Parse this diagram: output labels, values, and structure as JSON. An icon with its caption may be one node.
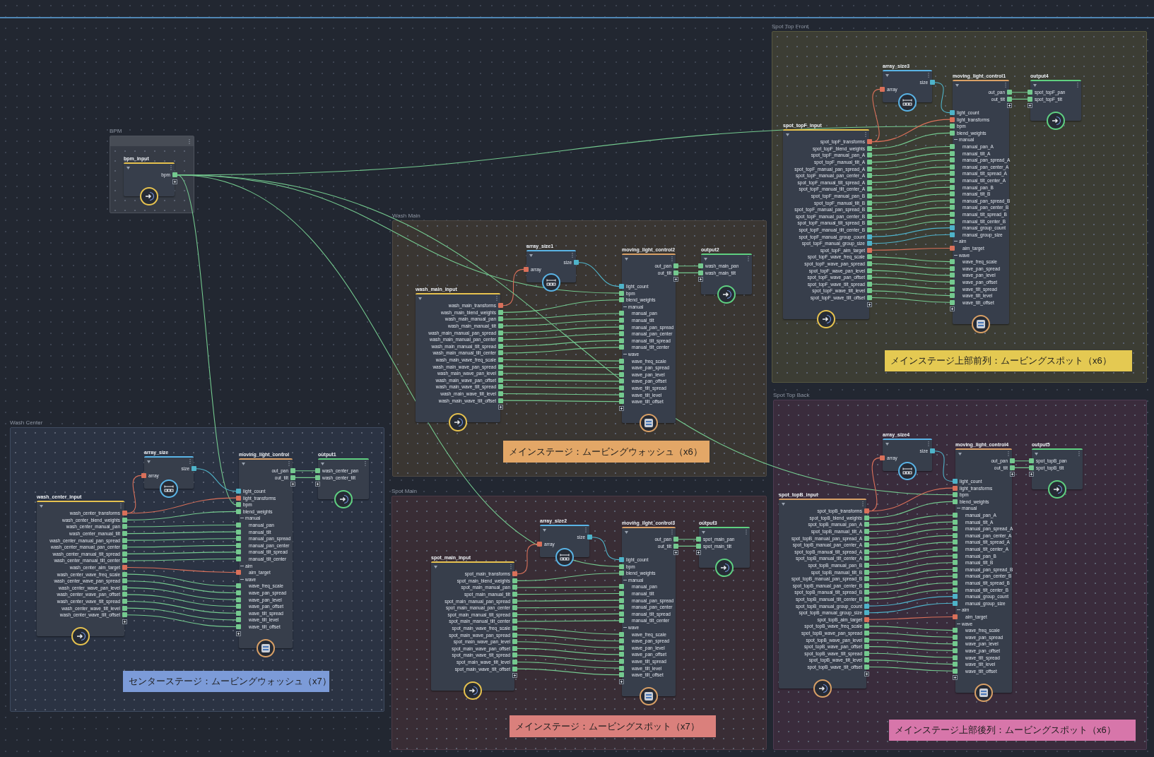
{
  "diagram": {
    "nodes": [
      {
        "text": [
          "BPM"
        ]
      },
      {
        "text": [
          "bpm_input"
        ],
        "in": 0
      },
      {
        "text": [
          "bpm"
        ],
        "in": 1
      },
      {
        "text": [
          "Spot Top Front"
        ]
      },
      {
        "text": [
          "array_size3"
        ],
        "in": 3
      },
      {
        "text": [
          "size"
        ],
        "in": 4
      },
      {
        "text": [
          "array"
        ],
        "in": 4
      },
      {
        "text": [
          "moving_light_control1",
          "manual",
          "aim",
          "wave"
        ],
        "in": 3
      },
      {
        "text": [
          "out_pan"
        ],
        "in": 7
      },
      {
        "text": [
          "out_tilt"
        ],
        "in": 7
      },
      {
        "text": [
          "light_count"
        ],
        "in": 7
      },
      {
        "text": [
          "light_transforms"
        ],
        "in": 7
      },
      {
        "text": [
          "bpm"
        ],
        "in": 7
      },
      {
        "text": [
          "blend_weights"
        ],
        "in": 7
      },
      {
        "text": [
          "manual_pan_A"
        ],
        "in": 7
      },
      {
        "text": [
          "manual_tilt_A"
        ],
        "in": 7
      },
      {
        "text": [
          "manual_pan_spread_A"
        ],
        "in": 7
      },
      {
        "text": [
          "manual_pan_center_A"
        ],
        "in": 7
      },
      {
        "text": [
          "manual_tilt_spread_A"
        ],
        "in": 7
      },
      {
        "text": [
          "manual_tilt_center_A"
        ],
        "in": 7
      },
      {
        "text": [
          "manual_pan_B"
        ],
        "in": 7
      },
      {
        "text": [
          "manual_tilt_B"
        ],
        "in": 7
      },
      {
        "text": [
          "manual_pan_spread_B"
        ],
        "in": 7
      },
      {
        "text": [
          "manual_pan_center_B"
        ],
        "in": 7
      },
      {
        "text": [
          "manual_tilt_spread_B"
        ],
        "in": 7
      },
      {
        "text": [
          "manual_tilt_center_B"
        ],
        "in": 7
      },
      {
        "text": [
          "manual_group_count"
        ],
        "in": 7
      },
      {
        "text": [
          "manual_group_size"
        ],
        "in": 7
      },
      {
        "text": [
          "aim_target"
        ],
        "in": 7
      },
      {
        "text": [
          "wave_freq_scale"
        ],
        "in": 7
      },
      {
        "text": [
          "wave_pan_spread"
        ],
        "in": 7
      },
      {
        "text": [
          "wave_pan_level"
        ],
        "in": 7
      },
      {
        "text": [
          "wave_pan_offset"
        ],
        "in": 7
      },
      {
        "text": [
          "wave_tilt_spread"
        ],
        "in": 7
      },
      {
        "text": [
          "wave_tilt_level"
        ],
        "in": 7
      },
      {
        "text": [
          "wave_tilt_offset"
        ],
        "in": 7
      },
      {
        "text": [
          "output4"
        ],
        "in": 3
      },
      {
        "text": [
          "spot_topF_pan"
        ],
        "in": 36
      },
      {
        "text": [
          "spot_topF_tilt"
        ],
        "in": 36
      },
      {
        "text": [
          "spot_topF_input"
        ],
        "in": 3
      },
      {
        "text": [
          "spot_topF_transforms"
        ],
        "in": 39
      },
      {
        "text": [
          "spot_topF_blend_weights"
        ],
        "in": 39
      },
      {
        "text": [
          "spot_topF_manual_pan_A"
        ],
        "in": 39
      },
      {
        "text": [
          "spot_topF_manual_tilt_A"
        ],
        "in": 39
      },
      {
        "text": [
          "spot_topF_manual_pan_spread_A"
        ],
        "in": 39
      },
      {
        "text": [
          "spot_topF_manual_pan_center_A"
        ],
        "in": 39
      },
      {
        "text": [
          "spot_topF_manual_tilt_spread_A"
        ],
        "in": 39
      },
      {
        "text": [
          "spot_topF_manual_tilt_center_A"
        ],
        "in": 39
      },
      {
        "text": [
          "spot_topF_manual_pan_B"
        ],
        "in": 39
      },
      {
        "text": [
          "spot_topF_manual_tilt_B"
        ],
        "in": 39
      },
      {
        "text": [
          "spot_topF_manual_pan_spread_B"
        ],
        "in": 39
      },
      {
        "text": [
          "spot_topF_manual_pan_center_B"
        ],
        "in": 39
      },
      {
        "text": [
          "spot_topF_manual_tilt_spread_B"
        ],
        "in": 39
      },
      {
        "text": [
          "spot_topF_manual_tilt_center_B"
        ],
        "in": 39
      },
      {
        "text": [
          "spot_topF_manual_group_count"
        ],
        "in": 39
      },
      {
        "text": [
          "spot_topF_manual_group_size"
        ],
        "in": 39
      },
      {
        "text": [
          "spot_topF_aim_target"
        ],
        "in": 39
      },
      {
        "text": [
          "spot_topF_wave_freq_scale"
        ],
        "in": 39
      },
      {
        "text": [
          "spot_topF_wave_pan_spread"
        ],
        "in": 39
      },
      {
        "text": [
          "spot_topF_wave_pan_level"
        ],
        "in": 39
      },
      {
        "text": [
          "spot_topF_wave_pan_offset"
        ],
        "in": 39
      },
      {
        "text": [
          "spot_topF_wave_tilt_spread"
        ],
        "in": 39
      },
      {
        "text": [
          "spot_topF_wave_tilt_level"
        ],
        "in": 39
      },
      {
        "text": [
          "spot_topF_wave_tilt_offset"
        ],
        "in": 39
      },
      {
        "text": [
          "メインステージ上部前列：ムービングスポット（x6）"
        ],
        "in": 3
      },
      {
        "text": [
          "Wash Main"
        ]
      },
      {
        "text": [
          "array_size1"
        ],
        "in": 65
      },
      {
        "text": [
          "size"
        ],
        "in": 66
      },
      {
        "text": [
          "array"
        ],
        "in": 66
      },
      {
        "text": [
          "moving_light_control2",
          "manual",
          "wave"
        ],
        "in": 65
      },
      {
        "text": [
          "out_pan"
        ],
        "in": 69
      },
      {
        "text": [
          "out_tilt"
        ],
        "in": 69
      },
      {
        "text": [
          "light_count"
        ],
        "in": 69
      },
      {
        "text": [
          "bpm"
        ],
        "in": 69
      },
      {
        "text": [
          "blend_weights"
        ],
        "in": 69
      },
      {
        "text": [
          "manual_pan"
        ],
        "in": 69
      },
      {
        "text": [
          "manual_tilt"
        ],
        "in": 69
      },
      {
        "text": [
          "manual_pan_spread"
        ],
        "in": 69
      },
      {
        "text": [
          "manual_pan_center"
        ],
        "in": 69
      },
      {
        "text": [
          "manual_tilt_spread"
        ],
        "in": 69
      },
      {
        "text": [
          "manual_tilt_center"
        ],
        "in": 69
      },
      {
        "text": [
          "wave_freq_scale"
        ],
        "in": 69
      },
      {
        "text": [
          "wave_pan_spread"
        ],
        "in": 69
      },
      {
        "text": [
          "wave_pan_level"
        ],
        "in": 69
      },
      {
        "text": [
          "wave_pan_offset"
        ],
        "in": 69
      },
      {
        "text": [
          "wave_tilt_spread"
        ],
        "in": 69
      },
      {
        "text": [
          "wave_tilt_level"
        ],
        "in": 69
      },
      {
        "text": [
          "wave_tilt_offset"
        ],
        "in": 69
      },
      {
        "text": [
          "output2"
        ],
        "in": 65
      },
      {
        "text": [
          "wash_main_pan"
        ],
        "in": 88
      },
      {
        "text": [
          "wash_main_tilt"
        ],
        "in": 88
      },
      {
        "text": [
          "wash_main_input"
        ],
        "in": 65
      },
      {
        "text": [
          "wash_main_transforms"
        ],
        "in": 91
      },
      {
        "text": [
          "wash_main_blend_weights"
        ],
        "in": 91
      },
      {
        "text": [
          "wash_main_manual_pan"
        ],
        "in": 91
      },
      {
        "text": [
          "wash_main_manual_tilt"
        ],
        "in": 91
      },
      {
        "text": [
          "wash_main_manual_pan_spread"
        ],
        "in": 91
      },
      {
        "text": [
          "wash_main_manual_pan_center"
        ],
        "in": 91
      },
      {
        "text": [
          "wash_main_manual_tilt_spread"
        ],
        "in": 91
      },
      {
        "text": [
          "wash_main_manual_tilt_center"
        ],
        "in": 91
      },
      {
        "text": [
          "wash_main_wave_freq_scale"
        ],
        "in": 91
      },
      {
        "text": [
          "wash_main_wave_pan_spread"
        ],
        "in": 91
      },
      {
        "text": [
          "wash_main_wave_pan_level"
        ],
        "in": 91
      },
      {
        "text": [
          "wash_main_wave_pan_offset"
        ],
        "in": 91
      },
      {
        "text": [
          "wash_main_wave_tilt_spread"
        ],
        "in": 91
      },
      {
        "text": [
          "wash_main_wave_tilt_level"
        ],
        "in": 91
      },
      {
        "text": [
          "wash_main_wave_tilt_offset"
        ],
        "in": 91
      },
      {
        "text": [
          "メインステージ：ムービングウォッシュ（x6）"
        ],
        "in": 65
      },
      {
        "text": [
          "Wash Center"
        ]
      },
      {
        "text": [
          "array_size"
        ],
        "in": 108
      },
      {
        "text": [
          "size"
        ],
        "in": 109
      },
      {
        "text": [
          "array"
        ],
        "in": 109
      },
      {
        "text": [
          "moving_light_control",
          "manual",
          "aim",
          "wave"
        ],
        "in": 108
      },
      {
        "text": [
          "out_pan"
        ],
        "in": 112
      },
      {
        "text": [
          "out_tilt"
        ],
        "in": 112
      },
      {
        "text": [
          "light_count"
        ],
        "in": 112
      },
      {
        "text": [
          "light_transforms"
        ],
        "in": 112
      },
      {
        "text": [
          "bpm"
        ],
        "in": 112
      },
      {
        "text": [
          "blend_weights"
        ],
        "in": 112
      },
      {
        "text": [
          "manual_pan"
        ],
        "in": 112
      },
      {
        "text": [
          "manual_tilt"
        ],
        "in": 112
      },
      {
        "text": [
          "manual_pan_spread"
        ],
        "in": 112
      },
      {
        "text": [
          "manual_pan_center"
        ],
        "in": 112
      },
      {
        "text": [
          "manual_tilt_spread"
        ],
        "in": 112
      },
      {
        "text": [
          "manual_tilt_center"
        ],
        "in": 112
      },
      {
        "text": [
          "aim_target"
        ],
        "in": 112
      },
      {
        "text": [
          "wave_freq_scale"
        ],
        "in": 112
      },
      {
        "text": [
          "wave_pan_spread"
        ],
        "in": 112
      },
      {
        "text": [
          "wave_pan_level"
        ],
        "in": 112
      },
      {
        "text": [
          "wave_pan_offset"
        ],
        "in": 112
      },
      {
        "text": [
          "wave_tilt_spread"
        ],
        "in": 112
      },
      {
        "text": [
          "wave_tilt_level"
        ],
        "in": 112
      },
      {
        "text": [
          "wave_tilt_offset"
        ],
        "in": 112
      },
      {
        "text": [
          "output1"
        ],
        "in": 108
      },
      {
        "text": [
          "wash_center_pan"
        ],
        "in": 133
      },
      {
        "text": [
          "wash_center_tilt"
        ],
        "in": 133
      },
      {
        "text": [
          "wash_center_input"
        ],
        "in": 108
      },
      {
        "text": [
          "wash_center_transforms"
        ],
        "in": 136
      },
      {
        "text": [
          "wash_center_blend_weights"
        ],
        "in": 136
      },
      {
        "text": [
          "wash_center_manual_pan"
        ],
        "in": 136
      },
      {
        "text": [
          "wash_center_manual_tilt"
        ],
        "in": 136
      },
      {
        "text": [
          "wash_center_manual_pan_spread"
        ],
        "in": 136
      },
      {
        "text": [
          "wash_center_manual_pan_center"
        ],
        "in": 136
      },
      {
        "text": [
          "wash_center_manual_tilt_spread"
        ],
        "in": 136
      },
      {
        "text": [
          "wash_center_manual_tilt_center"
        ],
        "in": 136
      },
      {
        "text": [
          "wash_center_aim_target"
        ],
        "in": 136
      },
      {
        "text": [
          "wash_center_wave_freq_scale"
        ],
        "in": 136
      },
      {
        "text": [
          "wash_center_wave_pan_spread"
        ],
        "in": 136
      },
      {
        "text": [
          "wash_center_wave_pan_level"
        ],
        "in": 136
      },
      {
        "text": [
          "wash_center_wave_pan_offset"
        ],
        "in": 136
      },
      {
        "text": [
          "wash_center_wave_tilt_spread"
        ],
        "in": 136
      },
      {
        "text": [
          "wash_center_wave_tilt_level"
        ],
        "in": 136
      },
      {
        "text": [
          "wash_center_wave_tilt_offset"
        ],
        "in": 136
      },
      {
        "text": [
          "センターステージ：ムービングウォッシュ（x7）"
        ],
        "in": 108
      },
      {
        "text": [
          "Spot Main"
        ]
      },
      {
        "text": [
          "array_size2"
        ],
        "in": 154
      },
      {
        "text": [
          "size"
        ],
        "in": 155
      },
      {
        "text": [
          "array"
        ],
        "in": 155
      },
      {
        "text": [
          "moving_light_control3",
          "manual",
          "wave"
        ],
        "in": 154
      },
      {
        "text": [
          "out_pan"
        ],
        "in": 158
      },
      {
        "text": [
          "out_tilt"
        ],
        "in": 158
      },
      {
        "text": [
          "light_count"
        ],
        "in": 158
      },
      {
        "text": [
          "bpm"
        ],
        "in": 158
      },
      {
        "text": [
          "blend_weights"
        ],
        "in": 158
      },
      {
        "text": [
          "manual_pan"
        ],
        "in": 158
      },
      {
        "text": [
          "manual_tilt"
        ],
        "in": 158
      },
      {
        "text": [
          "manual_pan_spread"
        ],
        "in": 158
      },
      {
        "text": [
          "manual_pan_center"
        ],
        "in": 158
      },
      {
        "text": [
          "manual_tilt_spread"
        ],
        "in": 158
      },
      {
        "text": [
          "manual_tilt_center"
        ],
        "in": 158
      },
      {
        "text": [
          "wave_freq_scale"
        ],
        "in": 158
      },
      {
        "text": [
          "wave_pan_spread"
        ],
        "in": 158
      },
      {
        "text": [
          "wave_pan_level"
        ],
        "in": 158
      },
      {
        "text": [
          "wave_pan_offset"
        ],
        "in": 158
      },
      {
        "text": [
          "wave_tilt_spread"
        ],
        "in": 158
      },
      {
        "text": [
          "wave_tilt_level"
        ],
        "in": 158
      },
      {
        "text": [
          "wave_tilt_offset"
        ],
        "in": 158
      },
      {
        "text": [
          "output3"
        ],
        "in": 154
      },
      {
        "text": [
          "spot_main_pan"
        ],
        "in": 177
      },
      {
        "text": [
          "spot_main_tilt"
        ],
        "in": 177
      },
      {
        "text": [
          "spot_main_input"
        ],
        "in": 154
      },
      {
        "text": [
          "spot_main_transforms"
        ],
        "in": 180
      },
      {
        "text": [
          "spot_main_blend_weights"
        ],
        "in": 180
      },
      {
        "text": [
          "spot_main_manual_pan"
        ],
        "in": 180
      },
      {
        "text": [
          "spot_main_manual_tilt"
        ],
        "in": 180
      },
      {
        "text": [
          "spot_main_manual_pan_spread"
        ],
        "in": 180
      },
      {
        "text": [
          "spot_main_manual_pan_center"
        ],
        "in": 180
      },
      {
        "text": [
          "spot_main_manual_tilt_spread"
        ],
        "in": 180
      },
      {
        "text": [
          "spot_main_manual_tilt_center"
        ],
        "in": 180
      },
      {
        "text": [
          "spot_main_wave_freq_scale"
        ],
        "in": 180
      },
      {
        "text": [
          "spot_main_wave_pan_spread"
        ],
        "in": 180
      },
      {
        "text": [
          "spot_main_wave_pan_level"
        ],
        "in": 180
      },
      {
        "text": [
          "spot_main_wave_pan_offset"
        ],
        "in": 180
      },
      {
        "text": [
          "spot_main_wave_tilt_spread"
        ],
        "in": 180
      },
      {
        "text": [
          "spot_main_wave_tilt_level"
        ],
        "in": 180
      },
      {
        "text": [
          "spot_main_wave_tilt_offset"
        ],
        "in": 180
      },
      {
        "text": [
          "メインステージ：ムービングスポット（x7）"
        ],
        "in": 154
      },
      {
        "text": [
          "Spot Top Back"
        ]
      },
      {
        "text": [
          "array_size4"
        ],
        "in": 197
      },
      {
        "text": [
          "size"
        ],
        "in": 198
      },
      {
        "text": [
          "array"
        ],
        "in": 198
      },
      {
        "text": [
          "moving_light_control4",
          "manual",
          "aim",
          "wave"
        ],
        "in": 197
      },
      {
        "text": [
          "out_pan"
        ],
        "in": 201
      },
      {
        "text": [
          "out_tilt"
        ],
        "in": 201
      },
      {
        "text": [
          "light_count"
        ],
        "in": 201
      },
      {
        "text": [
          "light_transforms"
        ],
        "in": 201
      },
      {
        "text": [
          "bpm"
        ],
        "in": 201
      },
      {
        "text": [
          "blend_weights"
        ],
        "in": 201
      },
      {
        "text": [
          "manual_pan_A"
        ],
        "in": 201
      },
      {
        "text": [
          "manual_tilt_A"
        ],
        "in": 201
      },
      {
        "text": [
          "manual_pan_spread_A"
        ],
        "in": 201
      },
      {
        "text": [
          "manual_pan_center_A"
        ],
        "in": 201
      },
      {
        "text": [
          "manual_tilt_spread_A"
        ],
        "in": 201
      },
      {
        "text": [
          "manual_tilt_center_A"
        ],
        "in": 201
      },
      {
        "text": [
          "manual_pan_B"
        ],
        "in": 201
      },
      {
        "text": [
          "manual_tilt_B"
        ],
        "in": 201
      },
      {
        "text": [
          "manual_pan_spread_B"
        ],
        "in": 201
      },
      {
        "text": [
          "manual_pan_center_B"
        ],
        "in": 201
      },
      {
        "text": [
          "manual_tilt_spread_B"
        ],
        "in": 201
      },
      {
        "text": [
          "manual_tilt_center_B"
        ],
        "in": 201
      },
      {
        "text": [
          "manual_group_count"
        ],
        "in": 201
      },
      {
        "text": [
          "manual_group_size"
        ],
        "in": 201
      },
      {
        "text": [
          "aim_target"
        ],
        "in": 201
      },
      {
        "text": [
          "wave_freq_scale"
        ],
        "in": 201
      },
      {
        "text": [
          "wave_pan_spread"
        ],
        "in": 201
      },
      {
        "text": [
          "wave_pan_level"
        ],
        "in": 201
      },
      {
        "text": [
          "wave_pan_offset"
        ],
        "in": 201
      },
      {
        "text": [
          "wave_tilt_spread"
        ],
        "in": 201
      },
      {
        "text": [
          "wave_tilt_level"
        ],
        "in": 201
      },
      {
        "text": [
          "wave_tilt_offset"
        ],
        "in": 201
      },
      {
        "text": [
          "output5"
        ],
        "in": 197
      },
      {
        "text": [
          "spot_topB_pan"
        ],
        "in": 230
      },
      {
        "text": [
          "spot_topB_tilt"
        ],
        "in": 230
      },
      {
        "text": [
          "spot_topB_input"
        ],
        "in": 197
      },
      {
        "text": [
          "spot_topB_transforms"
        ],
        "in": 233
      },
      {
        "text": [
          "spot_topB_blend_weights"
        ],
        "in": 233
      },
      {
        "text": [
          "spot_topB_manual_pan_A"
        ],
        "in": 233
      },
      {
        "text": [
          "spot_topB_manual_tilt_A"
        ],
        "in": 233
      },
      {
        "text": [
          "spot_topB_manual_pan_spread_A"
        ],
        "in": 233
      },
      {
        "text": [
          "spot_topB_manual_pan_center_A"
        ],
        "in": 233
      },
      {
        "text": [
          "spot_topB_manual_tilt_spread_A"
        ],
        "in": 233
      },
      {
        "text": [
          "spot_topB_manual_tilt_center_A"
        ],
        "in": 233
      },
      {
        "text": [
          "spot_topB_manual_pan_B"
        ],
        "in": 233
      },
      {
        "text": [
          "spot_topB_manual_tilt_B"
        ],
        "in": 233
      },
      {
        "text": [
          "spot_topB_manual_pan_spread_B"
        ],
        "in": 233
      },
      {
        "text": [
          "spot_topB_manual_pan_center_B"
        ],
        "in": 233
      },
      {
        "text": [
          "spot_topB_manual_tilt_spread_B"
        ],
        "in": 233
      },
      {
        "text": [
          "spot_topB_manual_tilt_center_B"
        ],
        "in": 233
      },
      {
        "text": [
          "spot_topB_manual_group_count"
        ],
        "in": 233
      },
      {
        "text": [
          "spot_topB_manual_group_size"
        ],
        "in": 233
      },
      {
        "text": [
          "spot_topB_aim_target"
        ],
        "in": 233
      },
      {
        "text": [
          "spot_topB_wave_freq_scale"
        ],
        "in": 233
      },
      {
        "text": [
          "spot_topB_wave_pan_spread"
        ],
        "in": 233
      },
      {
        "text": [
          "spot_topB_wave_pan_level"
        ],
        "in": 233
      },
      {
        "text": [
          "spot_topB_wave_pan_offset"
        ],
        "in": 233
      },
      {
        "text": [
          "spot_topB_wave_tilt_spread"
        ],
        "in": 233
      },
      {
        "text": [
          "spot_topB_wave_tilt_level"
        ],
        "in": 233
      },
      {
        "text": [
          "spot_topB_wave_tilt_offset"
        ],
        "in": 233
      },
      {
        "text": [
          "メインステージ上部後列：ムービングスポット（x6）"
        ],
        "in": 197
      }
    ],
    "edges": [
      {
        "from": 2,
        "to": 12,
        "arrow": "none"
      },
      {
        "from": 40,
        "to": 6,
        "arrow": "none",
        "color": "#d9705a"
      },
      {
        "from": 40,
        "to": 11,
        "arrow": "none",
        "color": "#d9705a"
      },
      {
        "from": 5,
        "to": 10,
        "arrow": "none",
        "color": "#4fb3c9"
      },
      {
        "from": 41,
        "to": 13,
        "arrow": "none"
      },
      {
        "from": 42,
        "to": 14,
        "arrow": "none"
      },
      {
        "from": 43,
        "to": 15,
        "arrow": "none"
      },
      {
        "from": 44,
        "to": 16,
        "arrow": "none"
      },
      {
        "from": 45,
        "to": 17,
        "arrow": "none"
      },
      {
        "from": 46,
        "to": 18,
        "arrow": "none"
      },
      {
        "from": 47,
        "to": 19,
        "arrow": "none"
      },
      {
        "from": 48,
        "to": 20,
        "arrow": "none"
      },
      {
        "from": 49,
        "to": 21,
        "arrow": "none"
      },
      {
        "from": 50,
        "to": 22,
        "arrow": "none"
      },
      {
        "from": 51,
        "to": 23,
        "arrow": "none"
      },
      {
        "from": 52,
        "to": 24,
        "arrow": "none"
      },
      {
        "from": 53,
        "to": 25,
        "arrow": "none"
      },
      {
        "from": 54,
        "to": 26,
        "arrow": "none",
        "color": "#4fb3c9"
      },
      {
        "from": 55,
        "to": 27,
        "arrow": "none",
        "color": "#4fb3c9"
      },
      {
        "from": 56,
        "to": 28,
        "arrow": "none",
        "color": "#d9705a"
      },
      {
        "from": 57,
        "to": 29,
        "arrow": "none"
      },
      {
        "from": 58,
        "to": 30,
        "arrow": "none"
      },
      {
        "from": 59,
        "to": 31,
        "arrow": "none"
      },
      {
        "from": 60,
        "to": 32,
        "arrow": "none"
      },
      {
        "from": 61,
        "to": 33,
        "arrow": "none"
      },
      {
        "from": 62,
        "to": 34,
        "arrow": "none"
      },
      {
        "from": 63,
        "to": 35,
        "arrow": "none"
      },
      {
        "from": 8,
        "to": 37,
        "arrow": "none"
      },
      {
        "from": 9,
        "to": 38,
        "arrow": "none"
      },
      {
        "from": 2,
        "to": 73,
        "arrow": "none"
      },
      {
        "from": 92,
        "to": 68,
        "arrow": "none",
        "color": "#d9705a"
      },
      {
        "from": 67,
        "to": 72,
        "arrow": "none",
        "color": "#4fb3c9"
      },
      {
        "from": 93,
        "to": 74,
        "arrow": "none"
      },
      {
        "from": 94,
        "to": 75,
        "arrow": "none"
      },
      {
        "from": 95,
        "to": 76,
        "arrow": "none"
      },
      {
        "from": 96,
        "to": 77,
        "arrow": "none"
      },
      {
        "from": 97,
        "to": 78,
        "arrow": "none"
      },
      {
        "from": 98,
        "to": 79,
        "arrow": "none"
      },
      {
        "from": 99,
        "to": 80,
        "arrow": "none"
      },
      {
        "from": 100,
        "to": 81,
        "arrow": "none"
      },
      {
        "from": 101,
        "to": 82,
        "arrow": "none"
      },
      {
        "from": 102,
        "to": 83,
        "arrow": "none"
      },
      {
        "from": 103,
        "to": 84,
        "arrow": "none"
      },
      {
        "from": 104,
        "to": 85,
        "arrow": "none"
      },
      {
        "from": 105,
        "to": 86,
        "arrow": "none"
      },
      {
        "from": 106,
        "to": 87,
        "arrow": "none"
      },
      {
        "from": 70,
        "to": 89,
        "arrow": "none"
      },
      {
        "from": 71,
        "to": 90,
        "arrow": "none"
      },
      {
        "from": 2,
        "to": 117,
        "arrow": "none"
      },
      {
        "from": 137,
        "to": 111,
        "arrow": "none",
        "color": "#d9705a"
      },
      {
        "from": 137,
        "to": 116,
        "arrow": "none",
        "color": "#d9705a"
      },
      {
        "from": 110,
        "to": 115,
        "arrow": "none",
        "color": "#4fb3c9"
      },
      {
        "from": 138,
        "to": 118,
        "arrow": "none"
      },
      {
        "from": 139,
        "to": 119,
        "arrow": "none"
      },
      {
        "from": 140,
        "to": 120,
        "arrow": "none"
      },
      {
        "from": 141,
        "to": 121,
        "arrow": "none"
      },
      {
        "from": 142,
        "to": 122,
        "arrow": "none"
      },
      {
        "from": 143,
        "to": 123,
        "arrow": "none"
      },
      {
        "from": 144,
        "to": 124,
        "arrow": "none"
      },
      {
        "from": 145,
        "to": 125,
        "arrow": "none",
        "color": "#d9705a"
      },
      {
        "from": 146,
        "to": 126,
        "arrow": "none"
      },
      {
        "from": 147,
        "to": 127,
        "arrow": "none"
      },
      {
        "from": 148,
        "to": 128,
        "arrow": "none"
      },
      {
        "from": 149,
        "to": 129,
        "arrow": "none"
      },
      {
        "from": 150,
        "to": 130,
        "arrow": "none"
      },
      {
        "from": 151,
        "to": 131,
        "arrow": "none"
      },
      {
        "from": 152,
        "to": 132,
        "arrow": "none"
      },
      {
        "from": 113,
        "to": 134,
        "arrow": "none"
      },
      {
        "from": 114,
        "to": 135,
        "arrow": "none"
      },
      {
        "from": 2,
        "to": 162,
        "arrow": "none"
      },
      {
        "from": 181,
        "to": 157,
        "arrow": "none",
        "color": "#d9705a"
      },
      {
        "from": 156,
        "to": 161,
        "arrow": "none",
        "color": "#4fb3c9"
      },
      {
        "from": 182,
        "to": 163,
        "arrow": "none"
      },
      {
        "from": 183,
        "to": 164,
        "arrow": "none"
      },
      {
        "from": 184,
        "to": 165,
        "arrow": "none"
      },
      {
        "from": 185,
        "to": 166,
        "arrow": "none"
      },
      {
        "from": 186,
        "to": 167,
        "arrow": "none"
      },
      {
        "from": 187,
        "to": 168,
        "arrow": "none"
      },
      {
        "from": 188,
        "to": 169,
        "arrow": "none"
      },
      {
        "from": 189,
        "to": 170,
        "arrow": "none"
      },
      {
        "from": 190,
        "to": 171,
        "arrow": "none"
      },
      {
        "from": 191,
        "to": 172,
        "arrow": "none"
      },
      {
        "from": 192,
        "to": 173,
        "arrow": "none"
      },
      {
        "from": 193,
        "to": 174,
        "arrow": "none"
      },
      {
        "from": 194,
        "to": 175,
        "arrow": "none"
      },
      {
        "from": 195,
        "to": 176,
        "arrow": "none"
      },
      {
        "from": 159,
        "to": 178,
        "arrow": "none"
      },
      {
        "from": 160,
        "to": 179,
        "arrow": "none"
      },
      {
        "from": 2,
        "to": 206,
        "arrow": "none"
      },
      {
        "from": 234,
        "to": 200,
        "arrow": "none",
        "color": "#d9705a"
      },
      {
        "from": 234,
        "to": 205,
        "arrow": "none",
        "color": "#d9705a"
      },
      {
        "from": 199,
        "to": 204,
        "arrow": "none",
        "color": "#4fb3c9"
      },
      {
        "from": 235,
        "to": 207,
        "arrow": "none"
      },
      {
        "from": 236,
        "to": 208,
        "arrow": "none"
      },
      {
        "from": 237,
        "to": 209,
        "arrow": "none"
      },
      {
        "from": 238,
        "to": 210,
        "arrow": "none"
      },
      {
        "from": 239,
        "to": 211,
        "arrow": "none"
      },
      {
        "from": 240,
        "to": 212,
        "arrow": "none"
      },
      {
        "from": 241,
        "to": 213,
        "arrow": "none"
      },
      {
        "from": 242,
        "to": 214,
        "arrow": "none"
      },
      {
        "from": 243,
        "to": 215,
        "arrow": "none"
      },
      {
        "from": 244,
        "to": 216,
        "arrow": "none"
      },
      {
        "from": 245,
        "to": 217,
        "arrow": "none"
      },
      {
        "from": 246,
        "to": 218,
        "arrow": "none"
      },
      {
        "from": 247,
        "to": 219,
        "arrow": "none"
      },
      {
        "from": 248,
        "to": 220,
        "arrow": "none",
        "color": "#4fb3c9"
      },
      {
        "from": 249,
        "to": 221,
        "arrow": "none",
        "color": "#4fb3c9"
      },
      {
        "from": 250,
        "to": 222,
        "arrow": "none",
        "color": "#d9705a"
      },
      {
        "from": 251,
        "to": 223,
        "arrow": "none"
      },
      {
        "from": 252,
        "to": 224,
        "arrow": "none"
      },
      {
        "from": 253,
        "to": 225,
        "arrow": "none"
      },
      {
        "from": 254,
        "to": 226,
        "arrow": "none"
      },
      {
        "from": 255,
        "to": 227,
        "arrow": "none"
      },
      {
        "from": 256,
        "to": 228,
        "arrow": "none"
      },
      {
        "from": 257,
        "to": 229,
        "arrow": "none"
      },
      {
        "from": 202,
        "to": 231,
        "arrow": "none"
      },
      {
        "from": 203,
        "to": 232,
        "arrow": "none"
      }
    ]
  }
}
